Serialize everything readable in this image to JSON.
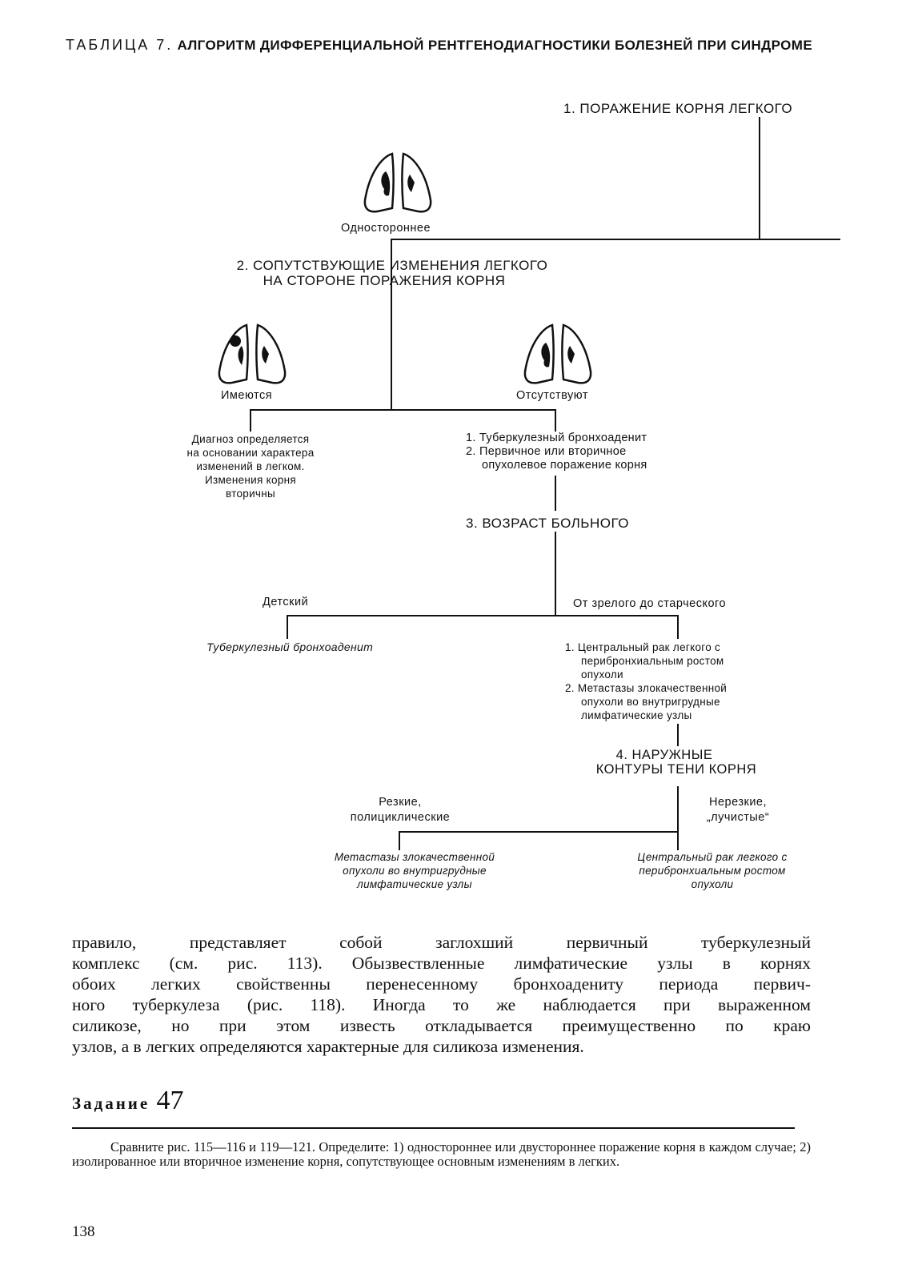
{
  "table_title": {
    "lead": "ТАБЛИЦА 7.",
    "rest": "АЛГОРИТМ ДИФФЕРЕНЦИАЛЬНОЙ РЕНТГЕНОДИАГНОСТИКИ БОЛЕЗНЕЙ ПРИ СИНДРОМЕ"
  },
  "flowchart": {
    "step1": "1. ПОРАЖЕНИЕ КОРНЯ ЛЕГКОГО",
    "unilateral": "Одностороннее",
    "step2_line1": "2. СОПУТСТВУЮЩИЕ ИЗМЕНЕНИЯ ЛЕГКОГО",
    "step2_line2": "НА СТОРОНЕ ПОРАЖЕНИЯ КОРНЯ",
    "present": "Имеются",
    "absent": "Отсутствуют",
    "present_result": [
      "Диагноз определяется",
      "на основании характера",
      "изменений в легком.",
      "Изменения корня",
      "вторичны"
    ],
    "absent_result": [
      "1. Туберкулезный бронхоаденит",
      "2. Первичное или вторичное",
      "опухолевое поражение корня"
    ],
    "step3": "3. ВОЗРАСТ БОЛЬНОГО",
    "child": "Детский",
    "adult": "От зрелого до старческого",
    "child_result": "Туберкулезный бронхоаденит",
    "adult_result": [
      "1. Центральный рак легкого с",
      "перибронхиальным ростом",
      "опухоли",
      "2. Метастазы злокачественной",
      "опухоли во внутригрудные",
      "лимфатические узлы"
    ],
    "step4_line1": "4. НАРУЖНЫЕ",
    "step4_line2": "КОНТУРЫ ТЕНИ КОРНЯ",
    "sharp_line1": "Резкие,",
    "sharp_line2": "полициклические",
    "unsharp_line1": "Нерезкие,",
    "unsharp_line2": "„лучистые“",
    "sharp_result": [
      "Метастазы злокачественной",
      "опухоли во внутригрудные",
      "лимфатические узлы"
    ],
    "unsharp_result": [
      "Центральный рак легкого с",
      "перибронхиальным ростом",
      "опухоли"
    ]
  },
  "body_lines": [
    "правило, представляет собой заглохший первичный туберкулезный",
    "комплекс (см. рис. 113). Обызвествленные лимфатические узлы в корнях",
    "обоих легких свойственны перенесенному бронхоадениту периода первич-",
    "ного туберкулеза (рис. 118). Иногда то же наблюдается при выраженном",
    "силикозе, но при этом известь откладывается преимущественно по краю",
    "узлов, а в легких определяются характерные для силикоза изменения."
  ],
  "task": {
    "word": "Задание",
    "number": "47",
    "text": "Сравните рис. 115—116 и 119—121. Определите: 1) одностороннее или двустороннее поражение корня в каждом случае; 2) изолированное или вторичное изменение корня, сопутствующее основным изменениям в легких."
  },
  "page_number": "138"
}
